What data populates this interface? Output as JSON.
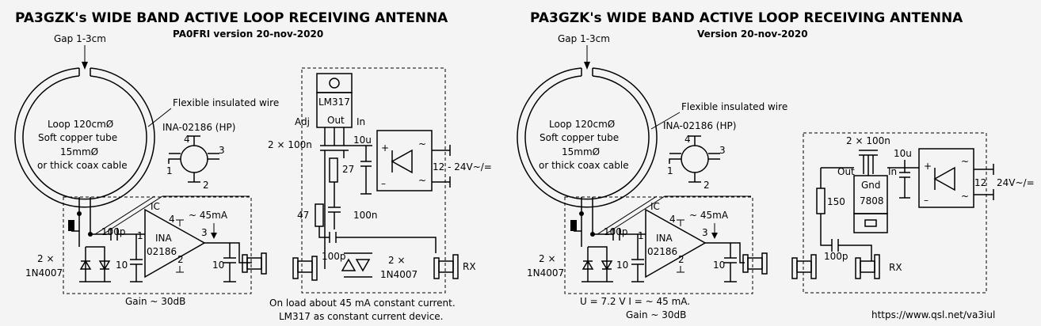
{
  "left": {
    "title": "PA3GZK's WIDE BAND ACTIVE LOOP RECEIVING ANTENNA",
    "subtitle": "PA0FRI version 20-nov-2020",
    "gap": "Gap 1-3cm",
    "loop_lines": [
      "Loop 120cmØ",
      "Soft copper tube",
      "15mmØ",
      "or thick coax cable"
    ],
    "flex_wire": "Flexible insulated wire",
    "ina_part": "INA-02186 (HP)",
    "pins": [
      "1",
      "2",
      "3",
      "4"
    ],
    "ic_label": "IC",
    "ina_name": [
      "INA",
      "02186"
    ],
    "current": "~ 45mA",
    "cap_100p": "100p",
    "cap_10a": "10",
    "cap_10b": "10",
    "diodes": [
      "2 ×",
      "1N4007"
    ],
    "gain": "Gain ~ 30dB",
    "reg": "LM317",
    "reg_adj": "Adj",
    "reg_out": "Out",
    "reg_in": "In",
    "caps2": "2 × 100n",
    "c10u": "10u",
    "r27": "27",
    "r47": "47",
    "c100n": "100n",
    "c100p2": "100p",
    "diodes2": [
      "2 ×",
      "1N4007"
    ],
    "supply": "12 - 24V~/=",
    "rx": "RX",
    "note1": "On load about 45 mA constant current.",
    "note2": "LM317 as constant current device."
  },
  "right": {
    "title": "PA3GZK's WIDE BAND ACTIVE LOOP RECEIVING ANTENNA",
    "subtitle": "Version 20-nov-2020",
    "gap": "Gap 1-3cm",
    "loop_lines": [
      "Loop 120cmØ",
      "Soft copper tube",
      "15mmØ",
      "or thick coax cable"
    ],
    "flex_wire": "Flexible insulated wire",
    "ina_part": "INA-02186 (HP)",
    "pins": [
      "1",
      "2",
      "3",
      "4"
    ],
    "ic_label": "IC",
    "ina_name": [
      "INA",
      "02186"
    ],
    "current": "~ 45mA",
    "cap_100p": "100p",
    "cap_10a": "10",
    "cap_10b": "10",
    "diodes": [
      "2 ×",
      "1N4007"
    ],
    "caps2": "2 × 100n",
    "reg_out": "Out",
    "reg_gnd": "Gnd",
    "reg_in": "In",
    "reg_num": "7808",
    "c10u": "10u",
    "r150": "150",
    "c100p2": "100p",
    "supply_num": "12",
    "supply": "24V~/=",
    "rx": "RX",
    "note_u": "U = 7.2 V  I = ~ 45 mA.",
    "gain": "Gain ~ 30dB"
  },
  "url": "https://www.qsl.net/va3iul"
}
